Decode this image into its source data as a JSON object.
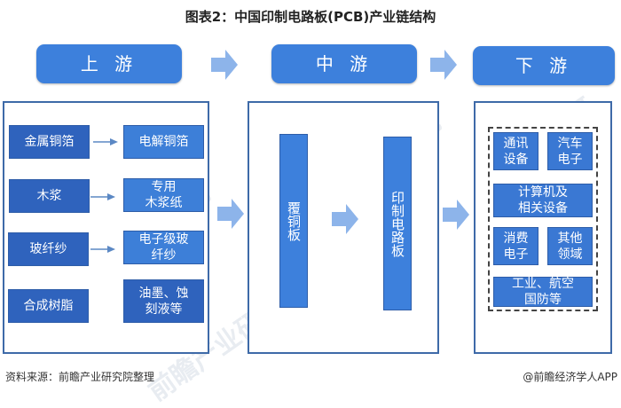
{
  "title": "图表2：中国印制电路板(PCB)产业链结构",
  "stages": [
    {
      "label": "上 游"
    },
    {
      "label": "中 游"
    },
    {
      "label": "下 游"
    }
  ],
  "upstream": {
    "raw_materials": [
      "金属铜箔",
      "木浆",
      "玻纤纱",
      "合成树脂"
    ],
    "processed_materials": [
      "电解铜箔",
      "专用\n木浆纸",
      "电子级玻\n纤纱",
      "油墨、蚀\n刻液等"
    ]
  },
  "midstream": {
    "items": [
      "覆铜板",
      "印制电路板"
    ]
  },
  "downstream": {
    "applications": [
      "通讯\n设备",
      "汽车\n电子",
      "计算机及\n相关设备",
      "消费\n电子",
      "其他\n领域",
      "工业、航空\n国防等"
    ]
  },
  "footer": {
    "source": "资料来源：前瞻产业研究院整理",
    "credit": "@前瞻经济学人APP"
  },
  "watermark": "前瞻产业研究院",
  "colors": {
    "stage_blue": "#3d80dc",
    "box_dark": "#2f63bd",
    "box_light": "#3d7fd8",
    "arrow": "#8db4ea",
    "panel_border": "#3e6aa8"
  }
}
